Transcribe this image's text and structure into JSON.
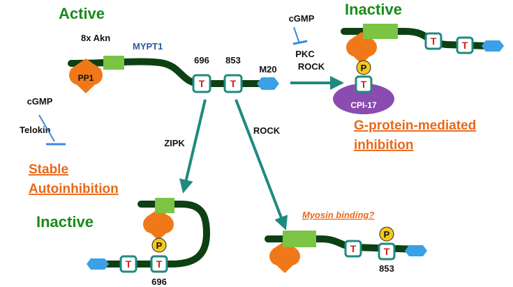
{
  "states": {
    "active": "Active",
    "inactive_g": "Inactive",
    "inactive_auto": "Inactive"
  },
  "domains": {
    "akn": "8x Akn",
    "mypt1": "MYPT1",
    "pp1": "PP1",
    "m20": "M20",
    "cpi17": "CPI-17",
    "t": "T",
    "p": "P"
  },
  "sites": {
    "s696": "696",
    "s853": "853",
    "s696_bottom": "696",
    "s853_bottom": "853"
  },
  "regulators": {
    "cgmp_top": "cGMP",
    "pkc": "PKC",
    "rock_top": "ROCK",
    "cgmp_left": "cGMP",
    "telokin": "Telokin",
    "zipk": "ZIPK",
    "rock_mid": "ROCK"
  },
  "outcomes": {
    "g_protein_1": "G-protein-mediated",
    "g_protein_2": "inhibition",
    "stable_1": "Stable",
    "stable_2": "Autoinhibition",
    "myosin": "Myosin binding?"
  },
  "colors": {
    "backbone": "#0d4012",
    "green_box": "#7cc443",
    "teal": "#1f8a80",
    "hexagon": "#3aa0e8",
    "orange": "#f07818",
    "purple": "#8a4cb0",
    "phospho": "#f2c81e",
    "inhibit_blue": "#3a8adc"
  }
}
